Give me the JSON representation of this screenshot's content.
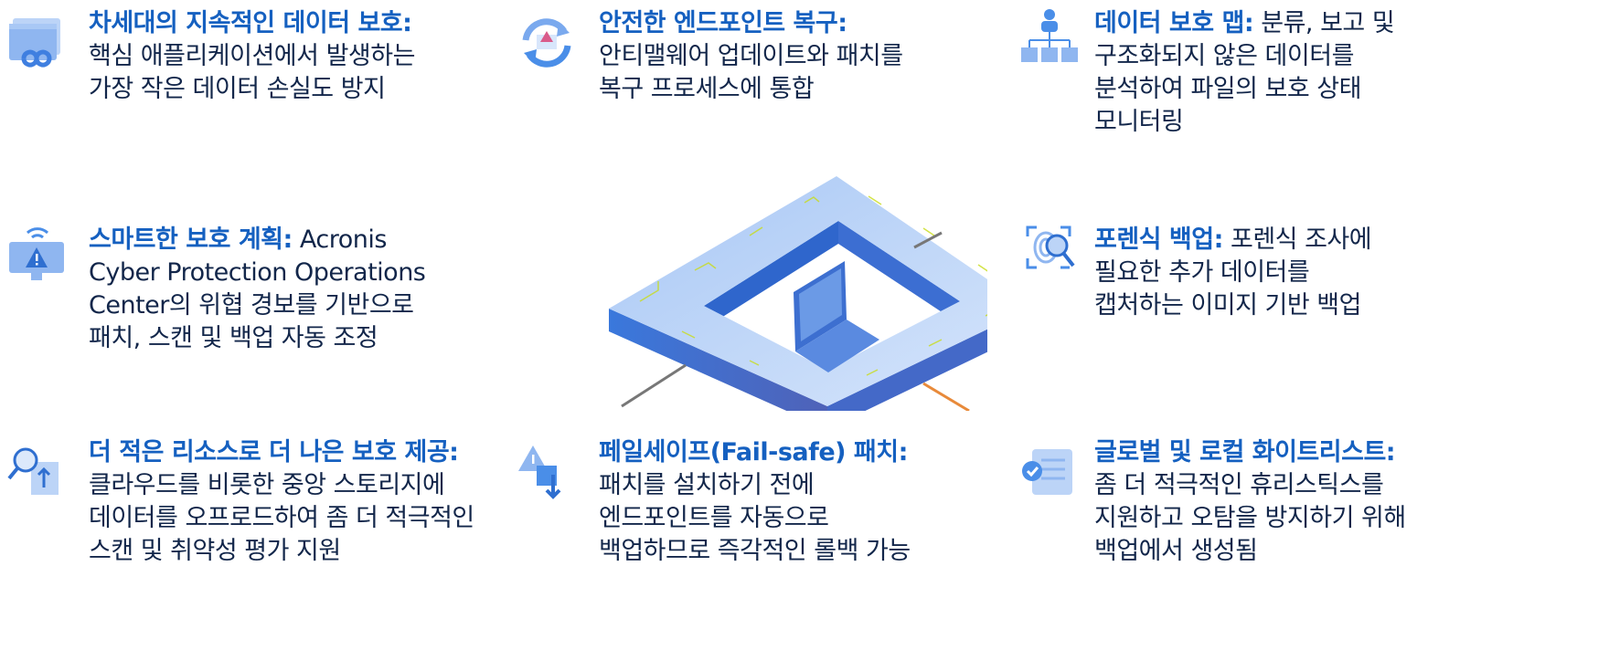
{
  "features": [
    {
      "title": "차세대의 지속적인 데이터 보호:",
      "lines": [
        "핵심 애플리케이션에서 발생하는",
        "가장 작은 데이터 손실도 방지"
      ]
    },
    {
      "title": "안전한 엔드포인트 복구:",
      "lines": [
        "안티맬웨어 업데이트와 패치를",
        "복구 프로세스에 통합"
      ]
    },
    {
      "title": "데이터 보호 맵:",
      "title_rest": " 분류, 보고 및",
      "lines": [
        "구조화되지 않은 데이터를",
        "분석하여 파일의 보호 상태",
        "모니터링"
      ]
    },
    {
      "title": "스마트한 보호 계획:",
      "title_rest": " Acronis",
      "lines": [
        "Cyber Protection Operations",
        "Center의 위협 경보를 기반으로",
        "패치, 스캔 및 백업 자동 조정"
      ]
    },
    {
      "title": "포렌식 백업:",
      "title_rest": " 포렌식 조사에",
      "lines": [
        "필요한 추가 데이터를",
        "캡처하는 이미지 기반 백업"
      ]
    },
    {
      "title": "더 적은 리소스로 더 나은 보호 제공:",
      "lines": [
        "클라우드를 비롯한 중앙 스토리지에",
        "데이터를 오프로드하여 좀 더 적극적인",
        "스캔 및 취약성 평가 지원"
      ]
    },
    {
      "title": "페일세이프(Fail-safe) 패치:",
      "lines": [
        "패치를 설치하기 전에",
        "엔드포인트를 자동으로",
        "백업하므로 즉각적인 롤백 가능"
      ]
    },
    {
      "title": "글로벌 및 로컬 화이트리스트:",
      "lines": [
        "좀 더 적극적인 휴리스틱스를",
        "지원하고 오탐을 방지하기 위해",
        "백업에서 생성됨"
      ]
    }
  ],
  "colors": {
    "title": "#1560c0",
    "body": "#12264a",
    "icon": "#4a8ee8"
  }
}
